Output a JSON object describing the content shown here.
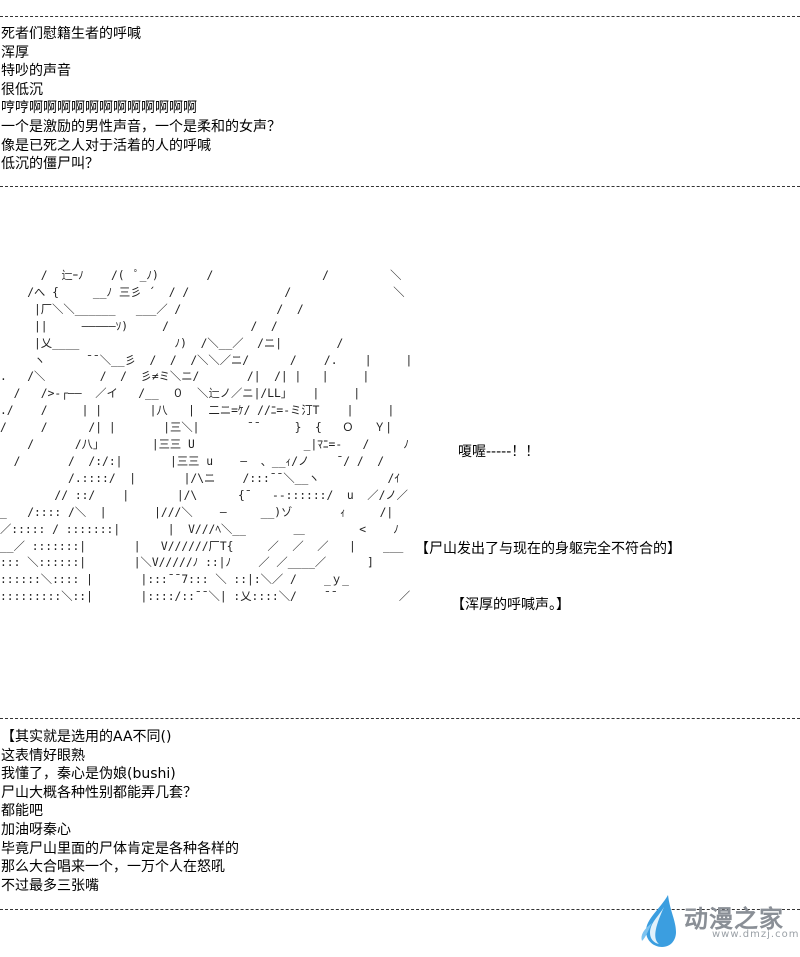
{
  "comments_top": [
    "死者们慰籍生者的呼喊",
    "浑厚",
    "特吵的声音",
    "很低沉",
    "哼哼啊啊啊啊啊啊啊啊啊啊啊啊",
    "一个是激励的男性声音，一个是柔和的女声？",
    "像是已死之人对于活着的人的呼喊",
    "低沉的僵尸叫？"
  ],
  "scene": {
    "ascii_art_lines": [
      "      /  辷ｰﾉ    /(  ﾟ_ﾉ)       /                /         ＼",
      "    /へ {     __ﾉ 三彡 ´  / /              /               ＼",
      "     |厂＼＼______   ___／ /              /  /                   ヽ",
      "     ||     ―――――ｿ)     /            /  /                     |",
      "     |乂____              ﾉ)  /＼__／  /ニ|        /            |",
      "     ヽ      ¯¯＼__彡  /  /  /＼＼／ニ/      /    /.    |     |",
      ".   /＼        /  /  彡≠ミ＼ニ/       /|  /| |   |     |",
      "  /   />-┌――  ／イ   /__  ０  ＼辷ノ／ニ|/LL」   |     |",
      "./    /     | |       |八   |  二ニ=ｹ/ //ﾆ=-ミ汀T    |     |",
      "/     /      /| |       |三＼|       ¯¯     }  {   Ｏ   Ｙ|     |    ﾉ",
      "    /      /八」       |三三 U                _|ﾏﾆ=-   /     ﾉ  /",
      "  /       /  /:/:|       |三三 u    ―  、__ｨ/ノ    ¯/ /  /     /",
      "          /.::::/  |       |/\\ニ    /:::¯¯＼__ヽ          /ｲ    ／|/",
      "        // ::/    |       |/\\      {¯   --::::::/  u  ／/ノ／",
      "_   /:::: /＼  |       |///＼    ―     __)ゾ       ｨ     /|",
      "／::::: / :::::::|       |  V///ﾍ＼__       ＿        <    ﾉ  ／ |",
      "__／ :::::::|       |   V//////厂T{     ／  ／  ／   |    ___",
      "::: ＼::::::|       |＼V/////ﾉ ::|ﾉ    ／ ／____／      ]",
      "::::::＼:::: |       |:::¯¯7::: ＼ ::|:＼／ /    _ｙ_          ｖ└ヘ",
      ":::::::::＼::|       |::::/::¯¯＼| :乂::::＼/    ¯¯         ／          ]_"
    ],
    "exclamation": "嗄喔-----！！",
    "caption_1": "【尸山发出了与现在的身躯完全不符合的】",
    "caption_2": "【浑厚的呼喊声。】"
  },
  "comments_bottom": [
    "【其实就是选用的AA不同()",
    "这表情好眼熟",
    "我懂了，秦心是伪娘(bushi)",
    "尸山大概各种性别都能弄几套？",
    "都能吧",
    "加油呀秦心",
    "毕竟尸山里面的尸体肯定是各种各样的",
    "那么大合唱来一个，一万个人在怒吼",
    "不过最多三张嘴"
  ],
  "watermark": {
    "text": "动漫之家",
    "url": "www.dmzj.com",
    "colors": {
      "drop": "#3b9ee0",
      "text": "#8a8f96"
    }
  }
}
